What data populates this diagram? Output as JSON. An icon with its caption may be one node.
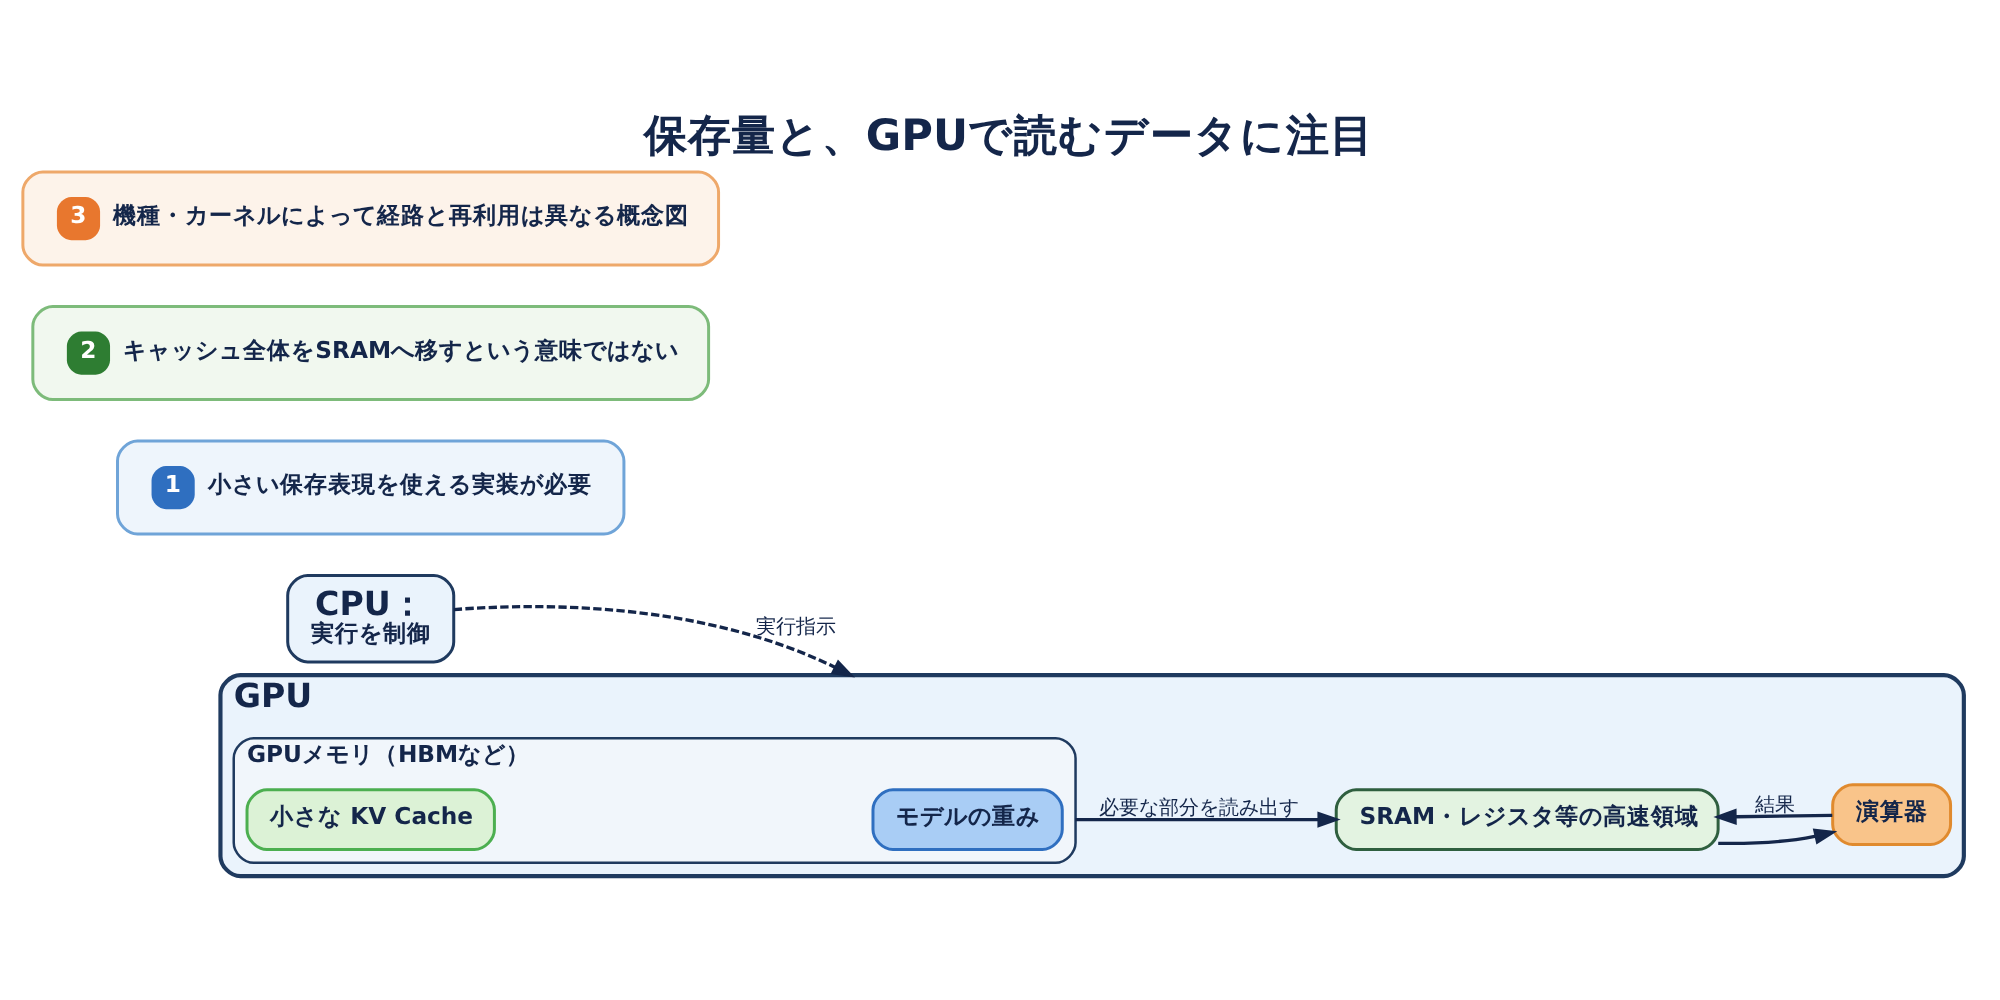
{
  "diagram": {
    "title": "保存量と、GPUで読むデータに注目",
    "nodes": [
      {
        "text": [
          "CPU：",
          "実行を制御"
        ]
      },
      {
        "text": [
          "GPU"
        ]
      },
      {
        "text": [
          "GPUメモリ（HBMなど）"
        ],
        "in": 1
      },
      {
        "text": [
          "モデルの重み"
        ],
        "in": 2
      },
      {
        "text": [
          "小さな KV Cache"
        ],
        "in": 2
      },
      {
        "text": [
          "SRAM・レジスタ等の高速領域"
        ],
        "in": 1
      },
      {
        "text": [
          "演算器"
        ],
        "in": 1
      },
      {
        "text": [
          "1",
          "小さい保存表現を使える実装が必要"
        ]
      },
      {
        "text": [
          "2",
          "キャッシュ全体をSRAMへ移すという意味ではない"
        ]
      },
      {
        "text": [
          "3",
          "機種・カーネルによって経路と再利用は異なる概念図"
        ]
      }
    ],
    "edges": [
      {
        "from": 0,
        "to": 1,
        "arrow": "to",
        "label": "実行指示",
        "style": "dashed"
      },
      {
        "from": 2,
        "to": 5,
        "arrow": "to",
        "label": "必要な部分を読み出す"
      },
      {
        "from": 5,
        "to": 6,
        "arrow": "to"
      },
      {
        "from": 6,
        "to": 5,
        "arrow": "to",
        "label": "結果"
      }
    ]
  }
}
